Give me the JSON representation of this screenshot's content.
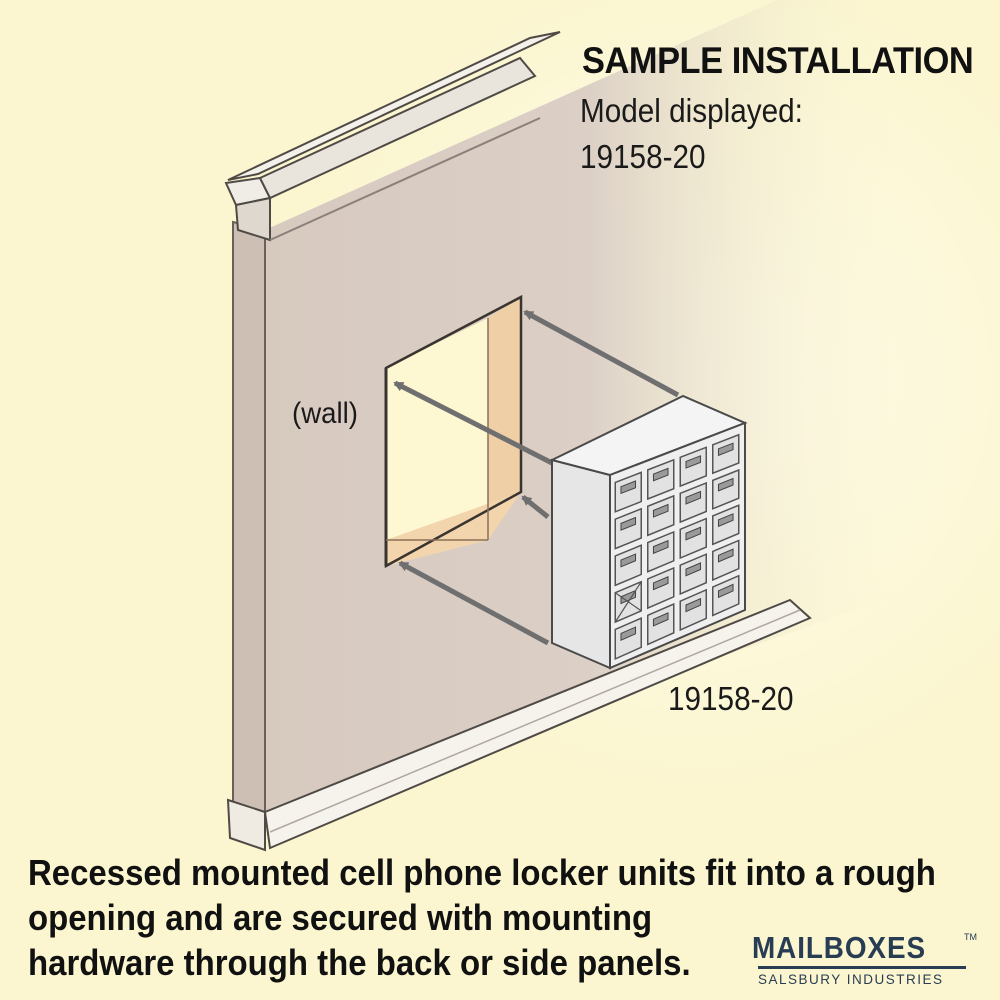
{
  "heading": "SAMPLE INSTALLATION",
  "model_label": "Model displayed:",
  "model_number": "19158-20",
  "wall_label": "(wall)",
  "unit_label": "19158-20",
  "caption_lines": [
    "Recessed mounted cell phone locker units fit into a rough",
    "opening and are secured with mounting",
    "hardware through the back or side panels."
  ],
  "brand": {
    "name": "MAILBOXES",
    "trademark": "TM",
    "subtitle": "SALSBURY INDUSTRIES"
  },
  "locker": {
    "columns": 4,
    "rows": 5
  },
  "colors": {
    "background": "#fbf6cf",
    "wall": "#d6c8bd",
    "opening_side": "#efcfa6",
    "opening_back": "#fdf8d2",
    "arrow": "#6f6f6f",
    "brand": "#283d54"
  }
}
